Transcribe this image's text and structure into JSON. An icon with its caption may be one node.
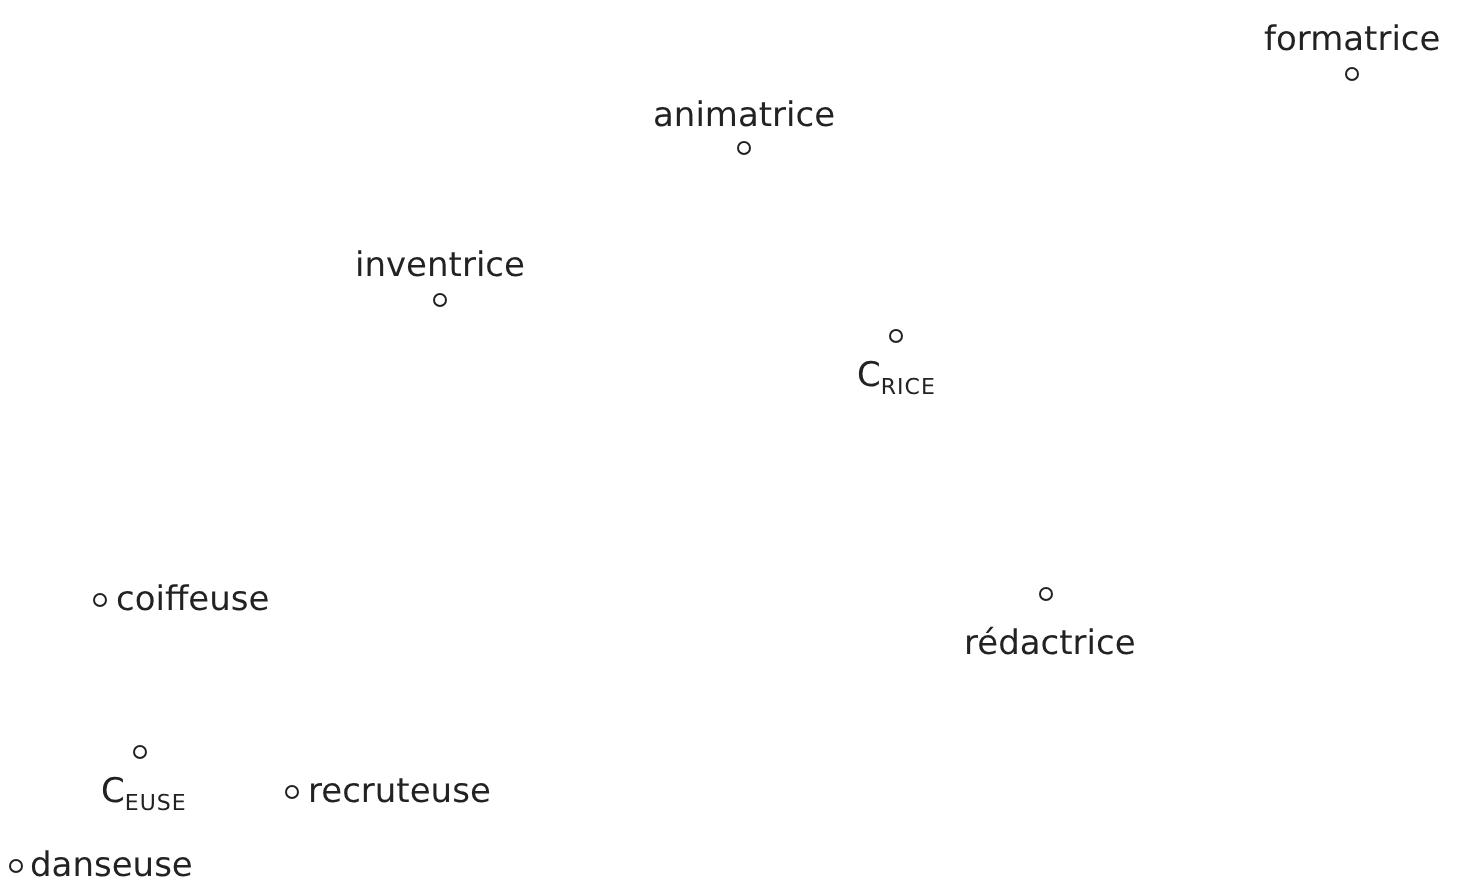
{
  "diagram": {
    "labels": [
      "formatrice",
      "animatrice",
      "inventrice",
      "C$_{RICE}$",
      "coiffeuse",
      "rédactrice",
      "C$_{EUSE}$",
      "recruteuse",
      "danseuse"
    ]
  }
}
